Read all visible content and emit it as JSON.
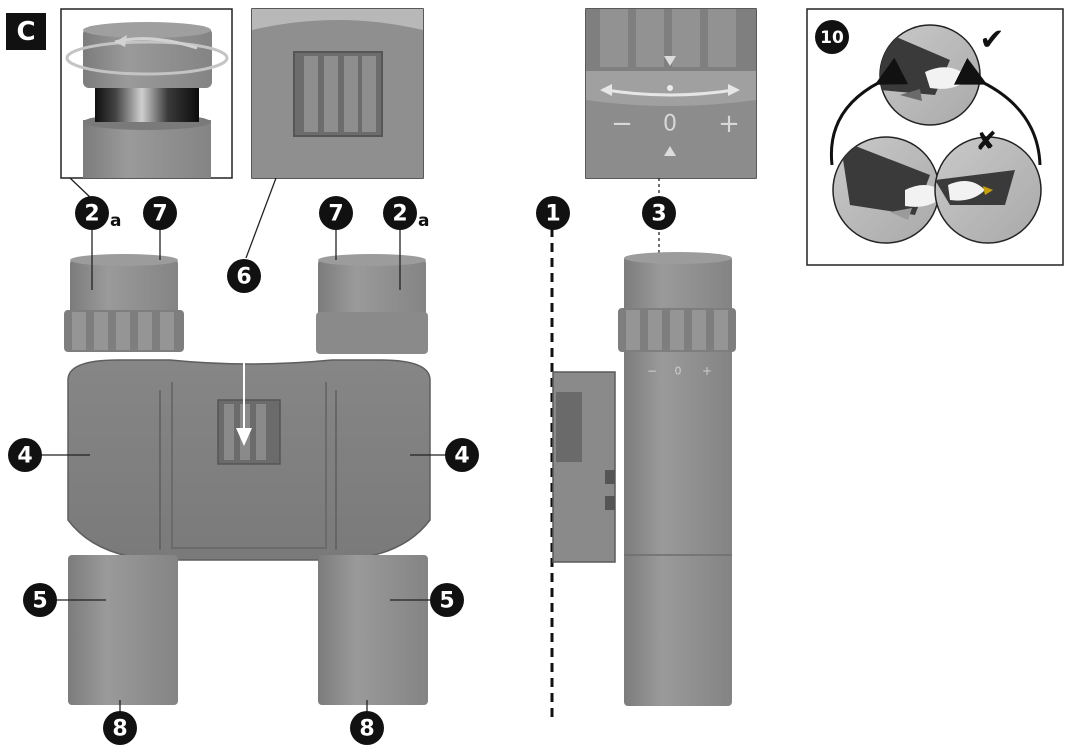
{
  "figure_label": "C",
  "callouts": {
    "eyepiece_adjust_left": "2",
    "eyepiece_adjust_left_suffix": "a",
    "eyepiece_adjust_right": "2",
    "eyepiece_adjust_right_suffix": "a",
    "eyecup_left": "7",
    "eyecup_right": "7",
    "focus_wheel": "6",
    "hinge_axis": "1",
    "diopter_scale": "3",
    "body_left": "4",
    "body_right": "4",
    "barrel_left": "5",
    "barrel_right": "5",
    "objective_left": "8",
    "objective_right": "8",
    "panel_10": "10"
  },
  "diopter_scale": {
    "minus": "−",
    "zero": "0",
    "plus": "+"
  },
  "diopter_scale_small": {
    "minus": "−",
    "zero": "0",
    "plus": "+"
  },
  "panel_10_marks": {
    "correct": "✔",
    "incorrect": "✘"
  },
  "colors": {
    "body_gray": "#8d8d8d",
    "body_dark": "#6e6e6e",
    "callout_fill": "#111111",
    "callout_text": "#ffffff",
    "frame": "#222222"
  }
}
